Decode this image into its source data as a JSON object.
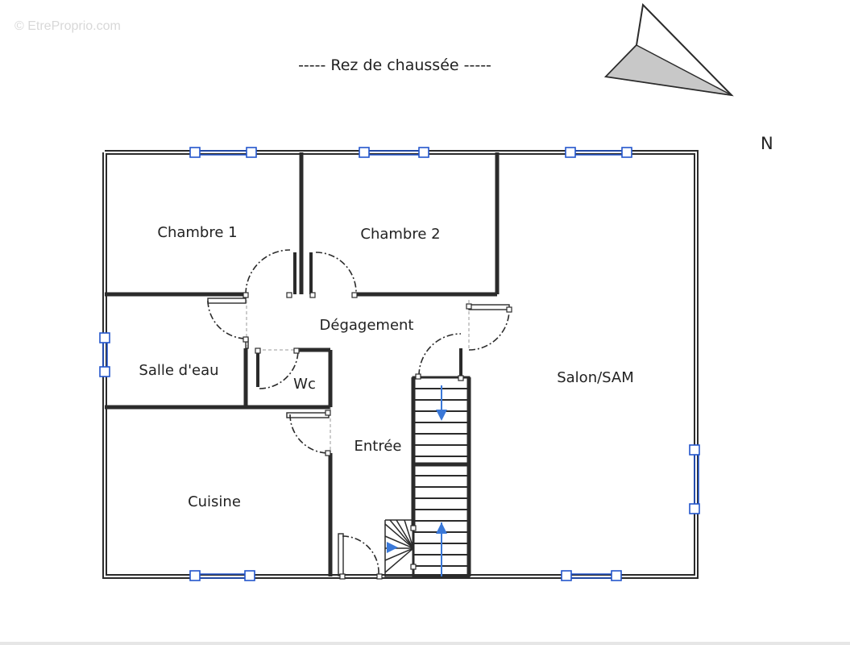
{
  "watermark": "© EtreProprio.com",
  "title": "----- Rez de chaussée -----",
  "north_label": "N",
  "rooms": {
    "chambre1": "Chambre 1",
    "chambre2": "Chambre 2",
    "degagement": "Dégagement",
    "salle_eau": "Salle d'eau",
    "wc": "Wc",
    "entree": "Entrée",
    "cuisine": "Cuisine",
    "salon": "Salon/SAM"
  },
  "colors": {
    "wall": "#2b2b2b",
    "window": "#2255cc",
    "arrow": "#3a78d8",
    "compass_fill": "#c8c8c8"
  }
}
